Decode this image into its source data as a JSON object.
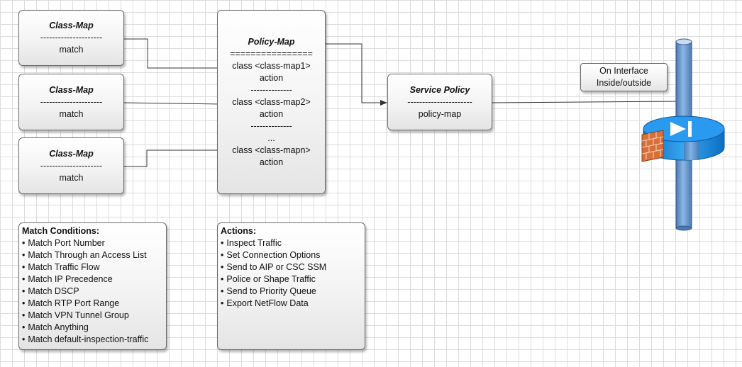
{
  "class_maps": [
    {
      "title": "Class-Map",
      "divider": "---------------------",
      "body": "match"
    },
    {
      "title": "Class-Map",
      "divider": "---------------------",
      "body": "match"
    },
    {
      "title": "Class-Map",
      "divider": "---------------------",
      "body": "match"
    }
  ],
  "policy_map": {
    "title": "Policy-Map",
    "lines": [
      "================",
      "class <class-map1>",
      "action",
      "--------------",
      "class <class-map2>",
      "action",
      "--------------",
      "...",
      "class <class-mapn>",
      "action"
    ]
  },
  "service_policy": {
    "title": "Service Policy",
    "divider": "----------------------",
    "body": "policy-map"
  },
  "interface_label": {
    "line1": "On Interface",
    "line2": "Inside/outside"
  },
  "match_conditions": {
    "heading": "Match Conditions:",
    "items": [
      "Match Port Number",
      "Match Through an Access List",
      "Match Traffic Flow",
      "Match IP Precedence",
      "Match DSCP",
      "Match RTP Port Range",
      "Match VPN Tunnel Group",
      "Match Anything",
      "Match default-inspection-traffic"
    ]
  },
  "actions": {
    "heading": "Actions:",
    "items": [
      "Inspect Traffic",
      "Set Connection Options",
      "Send to AIP or CSC SSM",
      "Police or Shape Traffic",
      "Send to Priority Queue",
      "Export NetFlow Data"
    ]
  },
  "colors": {
    "pipe": "#6e9bd0",
    "router": "#1e8fe0",
    "firewall": "#d9703a"
  },
  "icons": {
    "router": "router-firewall-icon",
    "pipe": "network-pipe-icon"
  }
}
